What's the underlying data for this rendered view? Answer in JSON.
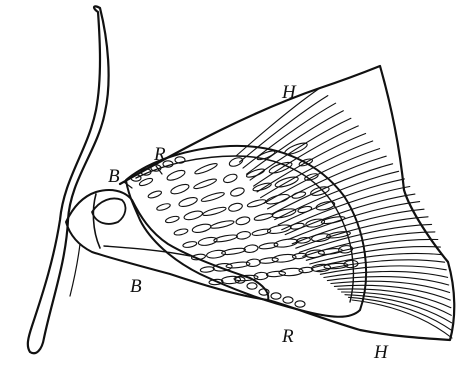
{
  "labels": {
    "H_top": "H",
    "H_bottom": "H",
    "R_top": "R",
    "R_bottom": "R",
    "B_top": "B",
    "B_bottom": "B"
  },
  "colors": {
    "ink": "#111111",
    "paper": "#ffffff"
  }
}
